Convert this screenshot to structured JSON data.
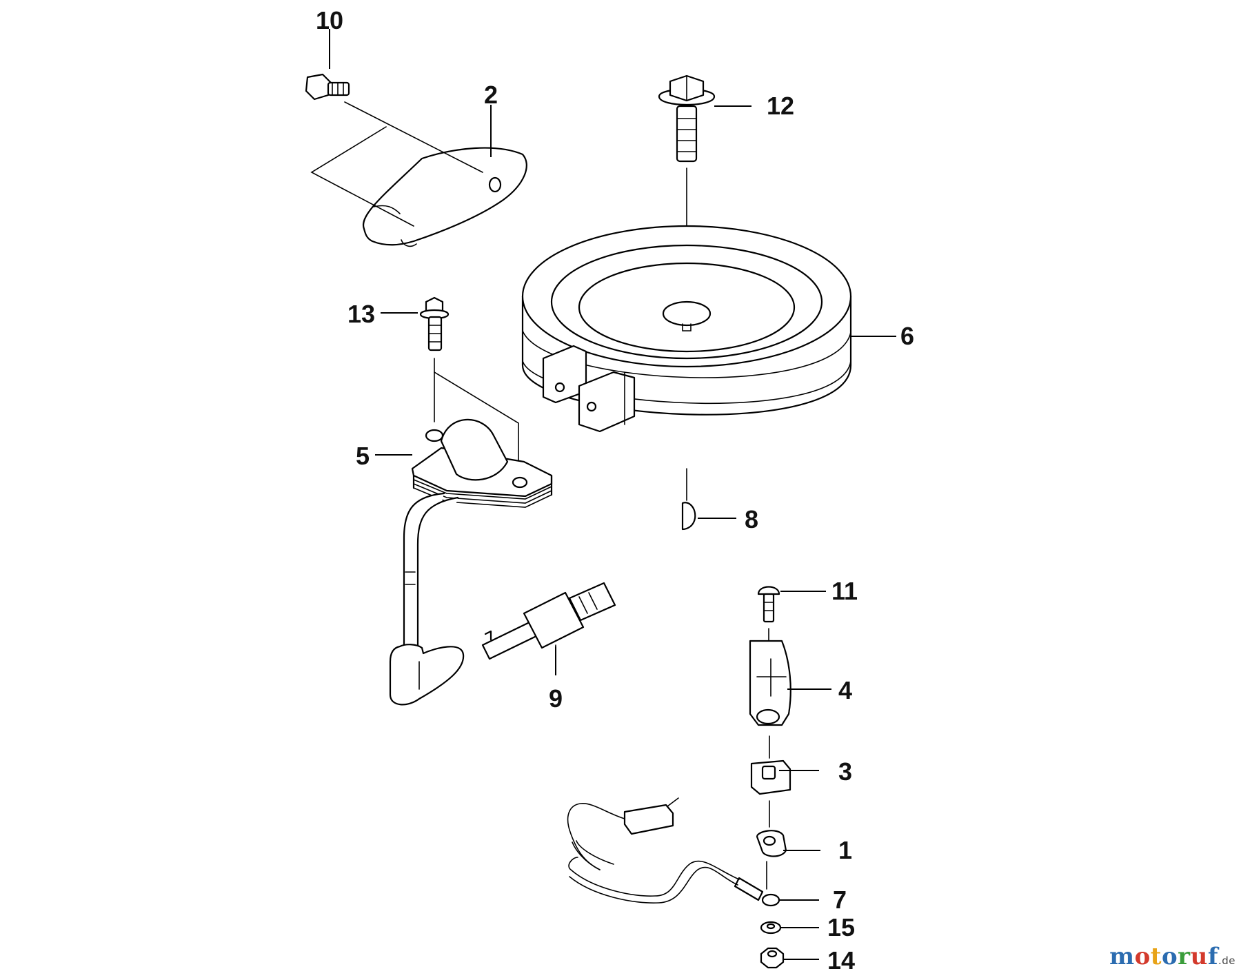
{
  "diagram": {
    "callouts": [
      {
        "id": "callout-10",
        "label": "10"
      },
      {
        "id": "callout-2",
        "label": "2"
      },
      {
        "id": "callout-12",
        "label": "12"
      },
      {
        "id": "callout-13",
        "label": "13"
      },
      {
        "id": "callout-6",
        "label": "6"
      },
      {
        "id": "callout-5",
        "label": "5"
      },
      {
        "id": "callout-8",
        "label": "8"
      },
      {
        "id": "callout-11",
        "label": "11"
      },
      {
        "id": "callout-9",
        "label": "9"
      },
      {
        "id": "callout-4",
        "label": "4"
      },
      {
        "id": "callout-3",
        "label": "3"
      },
      {
        "id": "callout-1",
        "label": "1"
      },
      {
        "id": "callout-7",
        "label": "7"
      },
      {
        "id": "callout-15",
        "label": "15"
      },
      {
        "id": "callout-14",
        "label": "14"
      }
    ]
  },
  "watermark": {
    "text": "motoruf",
    "tld": ".de",
    "colors": [
      "#2b6cb0",
      "#d33a2c",
      "#e8a317",
      "#2b6cb0",
      "#3a9d3a",
      "#d33a2c",
      "#2b6cb0"
    ]
  }
}
